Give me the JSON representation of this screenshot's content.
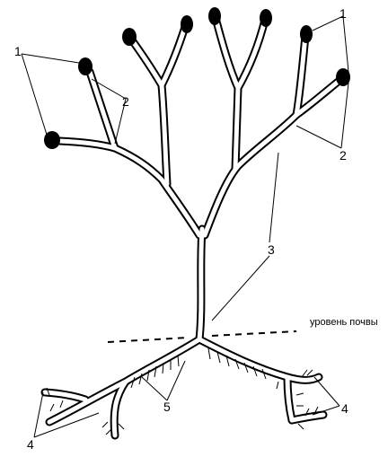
{
  "labels": {
    "n1": "1",
    "n2": "2",
    "n3": "3",
    "n4": "4",
    "n5": "5",
    "soil_level": "уровень почвы"
  },
  "colors": {
    "ink": "#000000",
    "background": "#ffffff"
  }
}
